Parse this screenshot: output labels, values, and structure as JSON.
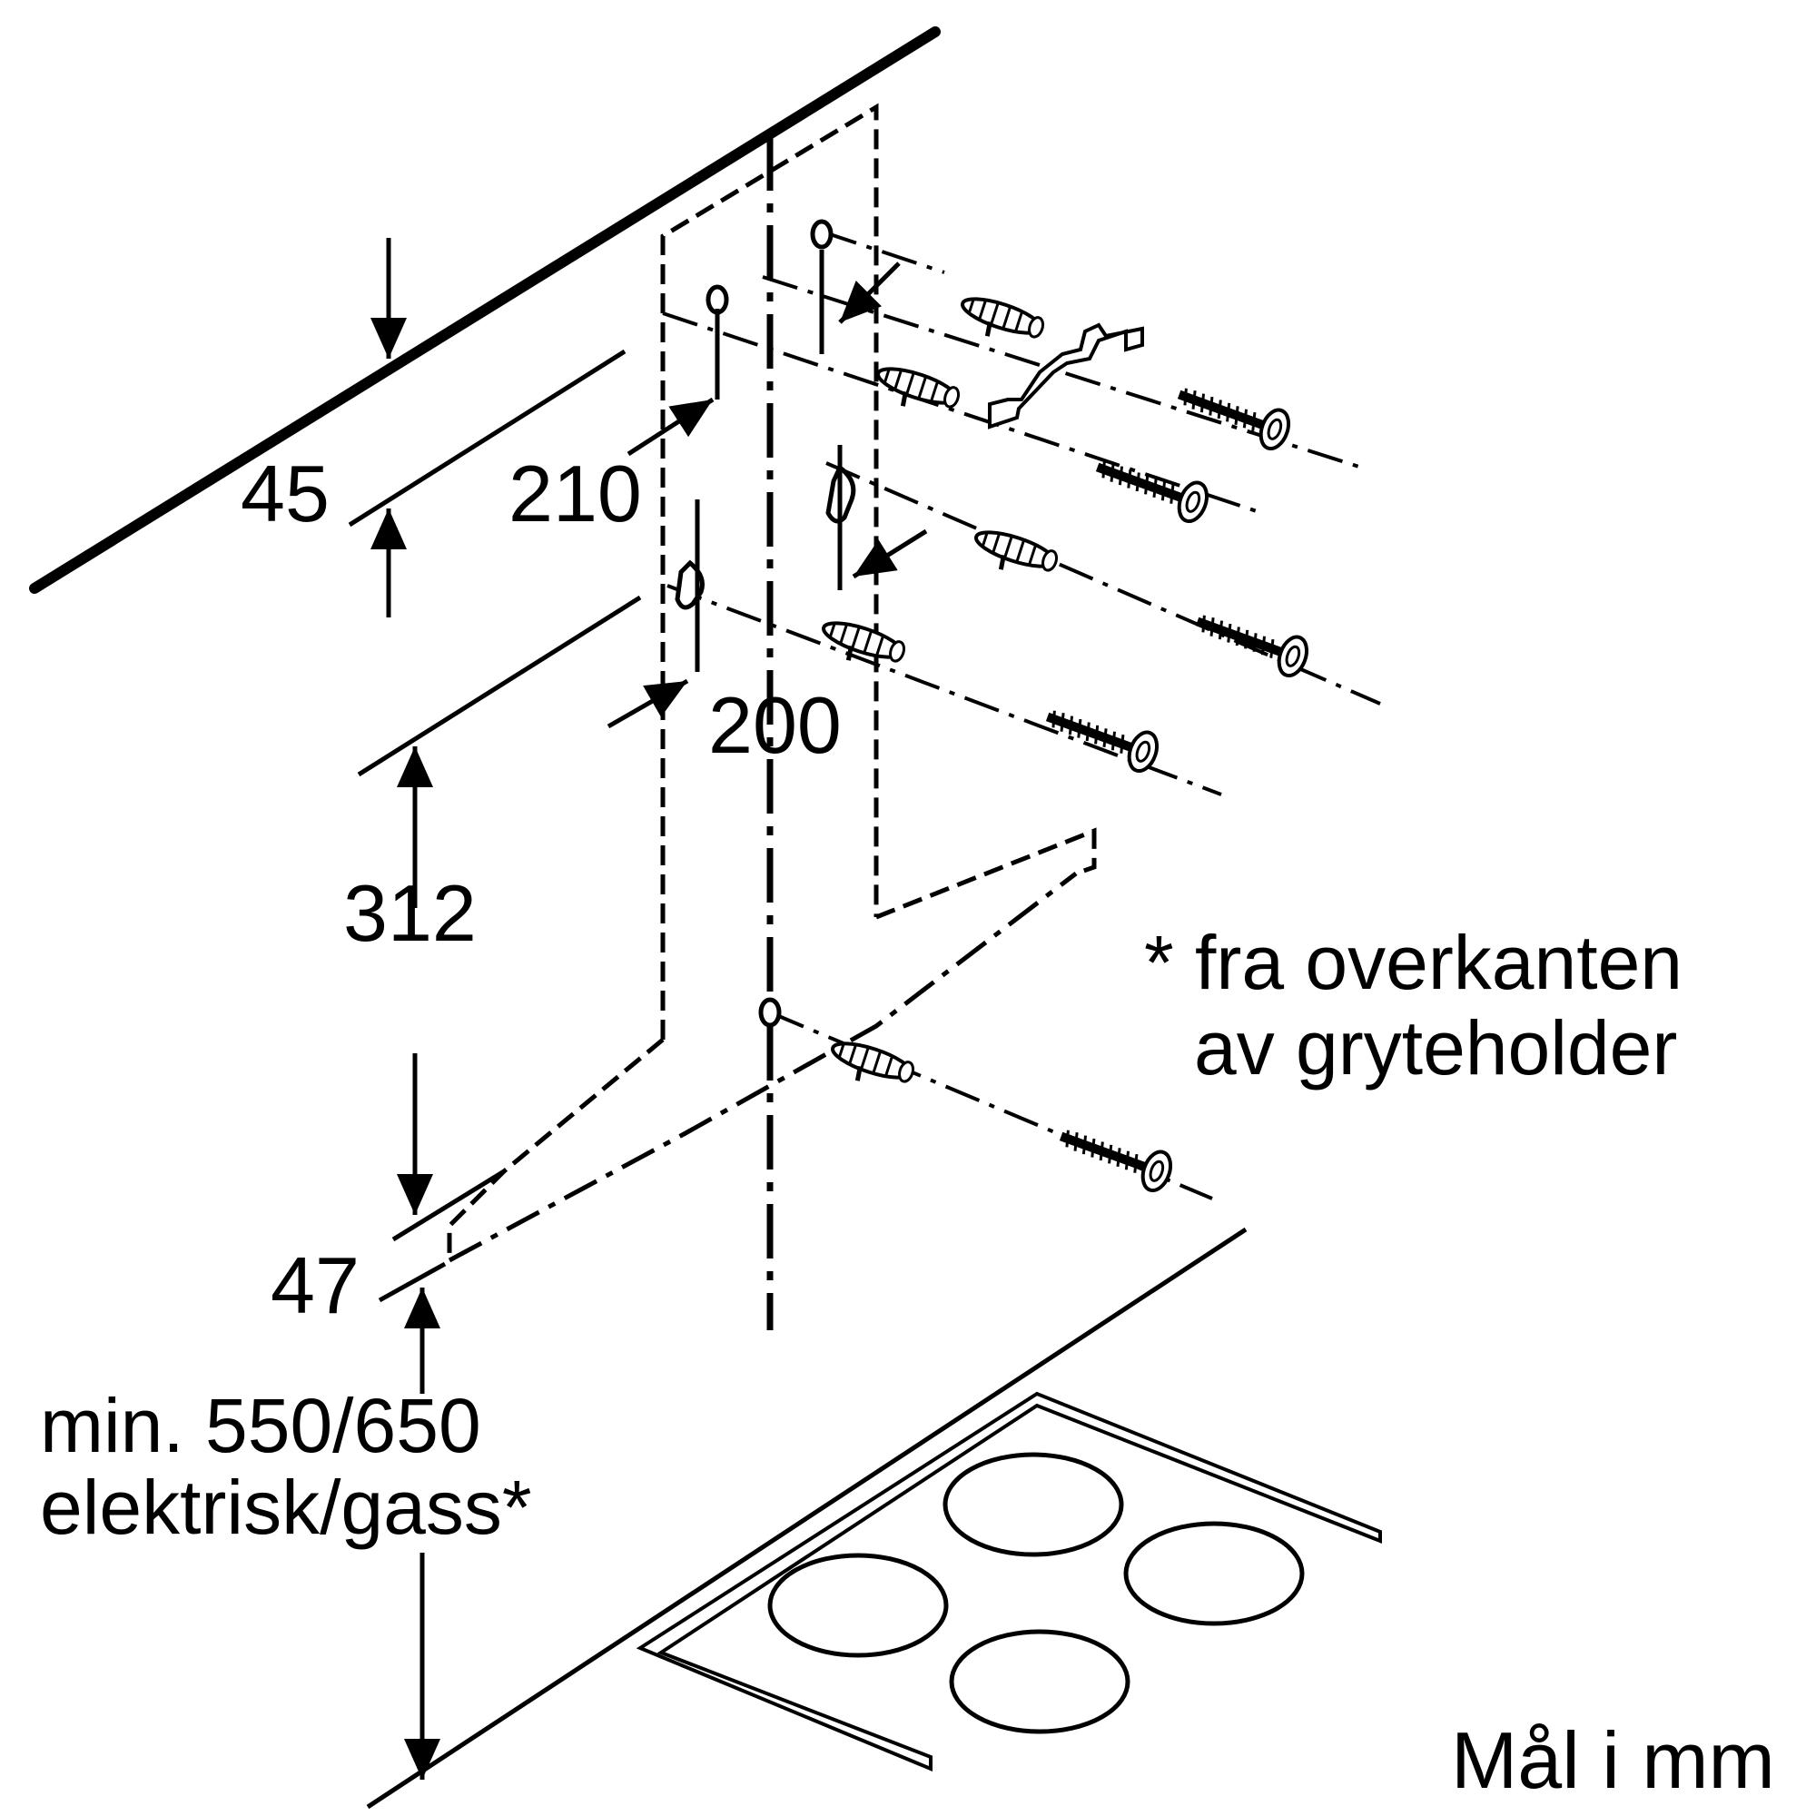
{
  "dimensions": {
    "d45": "45",
    "d210": "210",
    "d200": "200",
    "d312": "312",
    "d47": "47"
  },
  "clearance": {
    "line1": "min. 550/650",
    "line2": "elektrisk/gass*"
  },
  "footnote": {
    "line1": "* fra overkanten",
    "line2": "av gryteholder"
  },
  "units": "Mål i mm"
}
